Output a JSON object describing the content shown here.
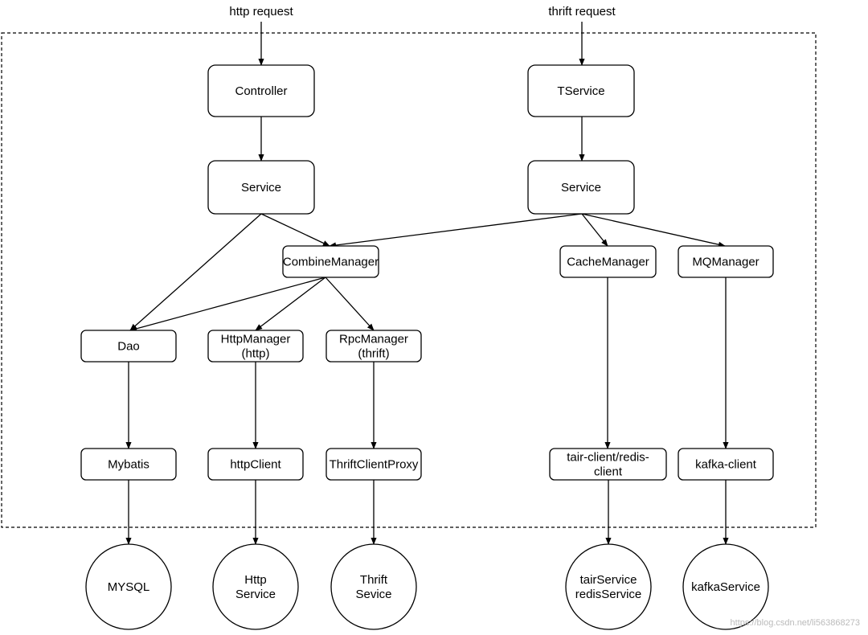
{
  "requests": {
    "http": "http request",
    "thrift": "thrift request"
  },
  "nodes": {
    "controller": [
      "Controller"
    ],
    "tservice": [
      "TService"
    ],
    "service_left": [
      "Service"
    ],
    "service_right": [
      "Service"
    ],
    "combine_manager": [
      "CombineManager"
    ],
    "cache_manager": [
      "CacheManager"
    ],
    "mq_manager": [
      "MQManager"
    ],
    "dao": [
      "Dao"
    ],
    "http_manager": [
      "HttpManager",
      "(http)"
    ],
    "rpc_manager": [
      "RpcManager",
      "(thrift)"
    ],
    "mybatis": [
      "Mybatis"
    ],
    "http_client": [
      "httpClient"
    ],
    "thrift_client_proxy": [
      "ThriftClientProxy"
    ],
    "tair_redis_client": [
      "tair-client/redis-",
      "client"
    ],
    "kafka_client": [
      "kafka-client"
    ],
    "mysql": [
      "MYSQL"
    ],
    "http_service": [
      "Http",
      "Service"
    ],
    "thrift_service": [
      "Thrift",
      "Sevice"
    ],
    "tair_redis_service": [
      "tairService",
      "redisService"
    ],
    "kafka_service": [
      "kafkaService"
    ]
  },
  "edges": [
    [
      "http_request",
      "controller"
    ],
    [
      "thrift_request",
      "tservice"
    ],
    [
      "controller",
      "service_left"
    ],
    [
      "tservice",
      "service_right"
    ],
    [
      "service_left",
      "combine_manager"
    ],
    [
      "service_left",
      "dao"
    ],
    [
      "service_right",
      "combine_manager"
    ],
    [
      "service_right",
      "cache_manager"
    ],
    [
      "service_right",
      "mq_manager"
    ],
    [
      "combine_manager",
      "dao"
    ],
    [
      "combine_manager",
      "http_manager"
    ],
    [
      "combine_manager",
      "rpc_manager"
    ],
    [
      "dao",
      "mybatis"
    ],
    [
      "http_manager",
      "http_client"
    ],
    [
      "rpc_manager",
      "thrift_client_proxy"
    ],
    [
      "cache_manager",
      "tair_redis_client"
    ],
    [
      "mq_manager",
      "kafka_client"
    ],
    [
      "mybatis",
      "mysql"
    ],
    [
      "http_client",
      "http_service"
    ],
    [
      "thrift_client_proxy",
      "thrift_service"
    ],
    [
      "tair_redis_client",
      "tair_redis_service"
    ],
    [
      "kafka_client",
      "kafka_service"
    ]
  ],
  "watermark": "https://blog.csdn.net/li563868273"
}
